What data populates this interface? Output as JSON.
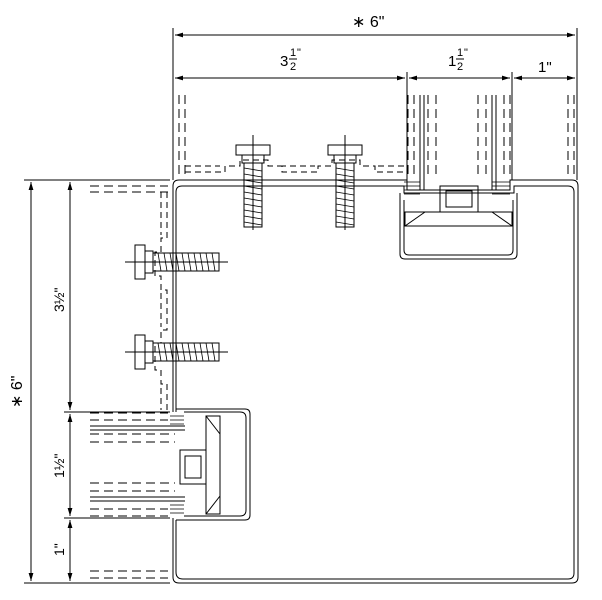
{
  "dimensions": {
    "top_total": "∗ 6\"",
    "top_3_whole": "3",
    "top_3_num": "1",
    "top_3_den": "2",
    "top_3_unit": "\"",
    "top_1_whole": "1",
    "top_1_num": "1",
    "top_1_den": "2",
    "top_1_unit": "\"",
    "top_right": "1\"",
    "left_total": "∗ 6\"",
    "left_3": "3½\"",
    "left_1half": "1½\"",
    "left_1": "1\""
  }
}
